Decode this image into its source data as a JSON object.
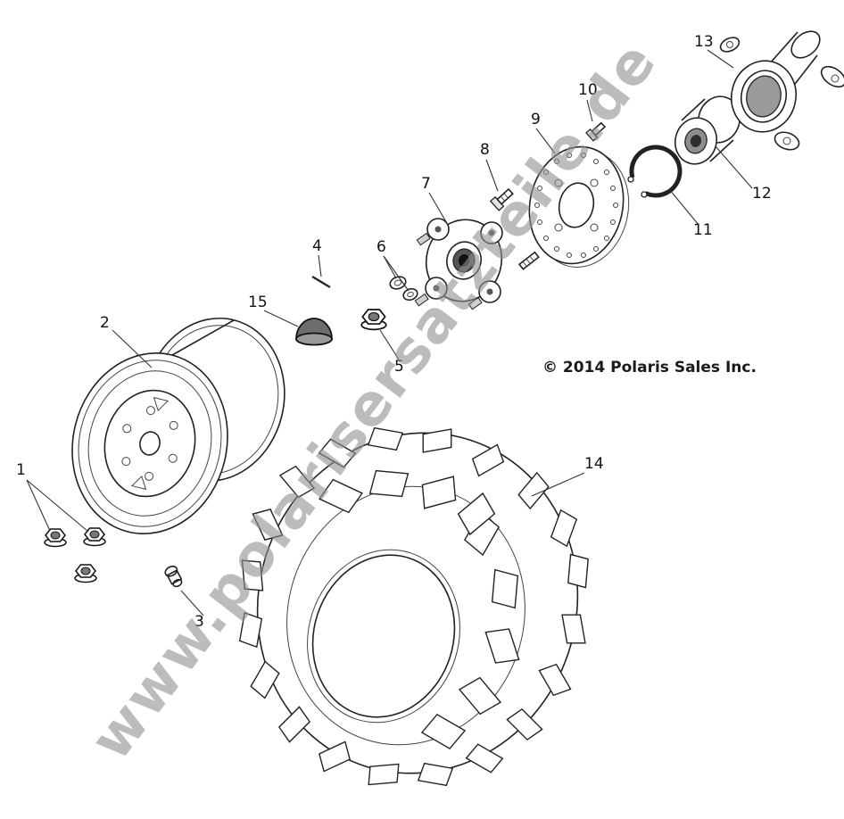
{
  "diagram": {
    "watermark": "www.polarisersatzteile.de",
    "copyright": "© 2014 Polaris Sales Inc.",
    "callouts": [
      {
        "label": "1"
      },
      {
        "label": "2"
      },
      {
        "label": "3"
      },
      {
        "label": "4"
      },
      {
        "label": "5"
      },
      {
        "label": "6"
      },
      {
        "label": "7"
      },
      {
        "label": "8"
      },
      {
        "label": "9"
      },
      {
        "label": "10"
      },
      {
        "label": "11"
      },
      {
        "label": "12"
      },
      {
        "label": "13"
      },
      {
        "label": "14"
      },
      {
        "label": "15"
      }
    ]
  }
}
